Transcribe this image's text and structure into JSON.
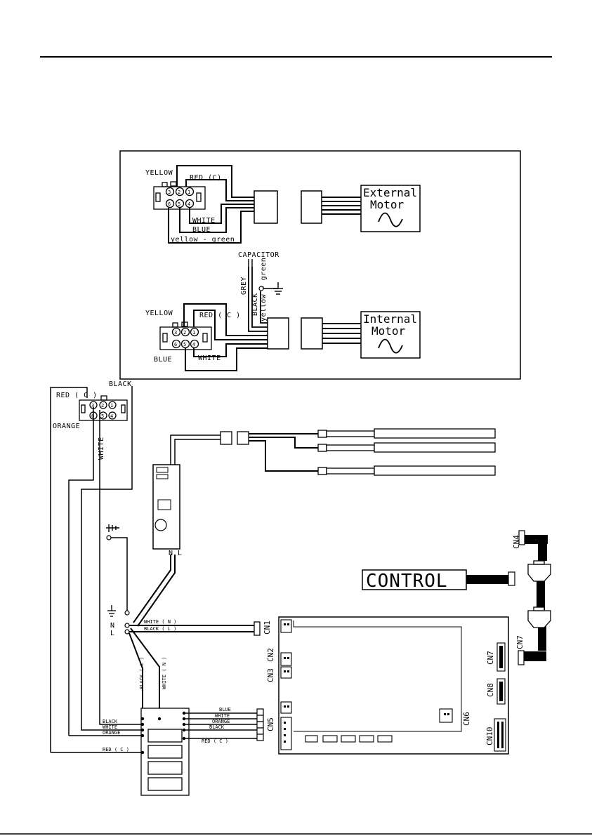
{
  "external_motor": {
    "labels": {
      "yellow": "YELLOW",
      "red_c": "RED (C)",
      "white": "WHITE",
      "blue": "BLUE",
      "yellow_green": "yellow - green"
    },
    "motor_label_line1": "External",
    "motor_label_line2": "Motor",
    "pins": [
      "3",
      "2",
      "1",
      "6",
      "5",
      "4"
    ]
  },
  "internal_motor": {
    "capacitor": "CAPACITOR",
    "grey": "GREY",
    "black": "BLACK",
    "yellow_green": "yellow - green",
    "labels": {
      "yellow": "YELLOW",
      "red_c": "RED ( C )",
      "blue": "BLUE",
      "white": "WHITE"
    },
    "motor_label_line1": "Internal",
    "motor_label_line2": "Motor",
    "pins": [
      "3",
      "2",
      "1",
      "6",
      "5",
      "4"
    ]
  },
  "main_connector": {
    "red_c": "RED ( C )",
    "black": "BLACK",
    "orange": "ORANGE",
    "white": "WHITE",
    "pins": [
      "3",
      "2",
      "1",
      "6",
      "5",
      "4"
    ]
  },
  "nl_module": {
    "n": "N",
    "l": "L"
  },
  "power": {
    "n": "N",
    "l": "L",
    "white_n": "WHITE ( N )",
    "black_l": "BLACK ( L )",
    "black_l_vert": "BLACK ( L )",
    "white_n_vert": "WHITE ( N )"
  },
  "terminal_block": {
    "left_labels": [
      "BLACK",
      "WHITE",
      "ORANGE",
      "RED ( C )"
    ],
    "right_labels": [
      "BLUE",
      "WHITE",
      "ORANGE",
      "BLACK",
      "RED ( C )"
    ]
  },
  "control": {
    "label": "CONTROL"
  },
  "connectors": {
    "cn1": "CN1",
    "cn2": "CN2",
    "cn3": "CN3",
    "cn4": "CN4",
    "cn5": "CN5",
    "cn6": "CN6",
    "cn7": "CN7",
    "cn8": "CN8",
    "cn10": "CN10"
  }
}
